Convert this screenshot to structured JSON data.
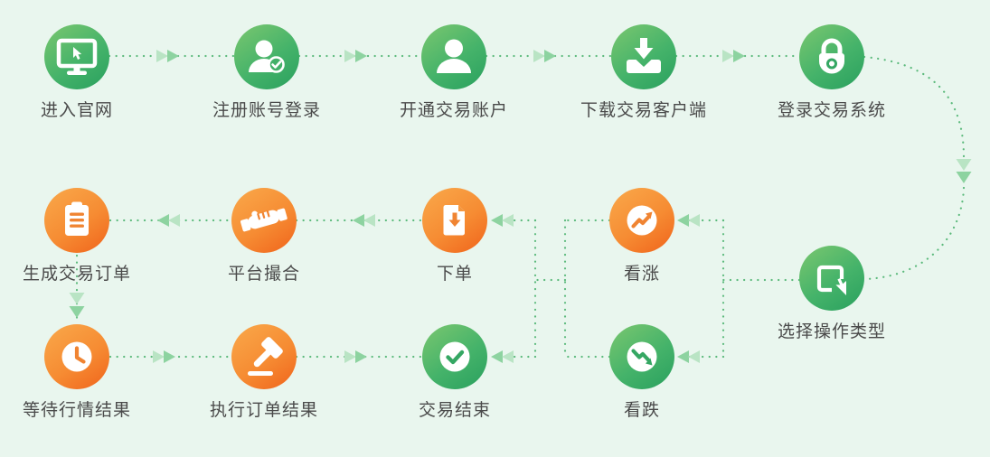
{
  "diagram_title": "trading-process-flow",
  "colors": {
    "background": "#e9f6ee",
    "label_text": "#4a4a4a",
    "green_circle_start": "#7bc76f",
    "green_circle_end": "#29a05e",
    "orange_circle_start": "#f9a94b",
    "orange_circle_end": "#f0631b",
    "dot_line": "#5cba7c",
    "arrow_light": "#b9e4c4",
    "arrow_dark": "#8dd3a0",
    "icon_orange_accent": "#f08432",
    "icon_green_accent": "#35a763"
  },
  "nodes": [
    {
      "id": "enter-website",
      "label": "进入官网",
      "icon": "monitor-icon",
      "color": "green"
    },
    {
      "id": "register-login",
      "label": "注册账号登录",
      "icon": "user-check-icon",
      "color": "green"
    },
    {
      "id": "open-account",
      "label": "开通交易账户",
      "icon": "user-icon",
      "color": "green"
    },
    {
      "id": "download-client",
      "label": "下载交易客户端",
      "icon": "download-icon",
      "color": "green"
    },
    {
      "id": "login-system",
      "label": "登录交易系统",
      "icon": "lock-icon",
      "color": "green"
    },
    {
      "id": "choose-operation",
      "label": "选择操作类型",
      "icon": "select-click-icon",
      "color": "green"
    },
    {
      "id": "bullish",
      "label": "看涨",
      "icon": "trend-up-icon",
      "color": "orange"
    },
    {
      "id": "bearish",
      "label": "看跌",
      "icon": "trend-down-icon",
      "color": "green"
    },
    {
      "id": "place-order",
      "label": "下单",
      "icon": "order-document-icon",
      "color": "orange"
    },
    {
      "id": "platform-match",
      "label": "平台撮合",
      "icon": "handshake-icon",
      "color": "orange"
    },
    {
      "id": "generate-order",
      "label": "生成交易订单",
      "icon": "clipboard-icon",
      "color": "orange"
    },
    {
      "id": "wait-result",
      "label": "等待行情结果",
      "icon": "clock-icon",
      "color": "orange"
    },
    {
      "id": "execute-order",
      "label": "执行订单结果",
      "icon": "gavel-icon",
      "color": "orange"
    },
    {
      "id": "trade-end",
      "label": "交易结束",
      "icon": "check-circle-icon",
      "color": "green"
    }
  ],
  "flow": [
    {
      "from": "enter-website",
      "to": "register-login"
    },
    {
      "from": "register-login",
      "to": "open-account"
    },
    {
      "from": "open-account",
      "to": "download-client"
    },
    {
      "from": "download-client",
      "to": "login-system"
    },
    {
      "from": "login-system",
      "to": "choose-operation"
    },
    {
      "from": "choose-operation",
      "to": "bullish"
    },
    {
      "from": "choose-operation",
      "to": "bearish"
    },
    {
      "from": "bullish / bearish",
      "to": "place-order"
    },
    {
      "from": "place-order",
      "to": "platform-match"
    },
    {
      "from": "platform-match",
      "to": "generate-order"
    },
    {
      "from": "generate-order",
      "to": "wait-result"
    },
    {
      "from": "wait-result",
      "to": "execute-order"
    },
    {
      "from": "execute-order",
      "to": "trade-end"
    },
    {
      "from": "bullish / bearish",
      "to": "trade-end"
    }
  ]
}
